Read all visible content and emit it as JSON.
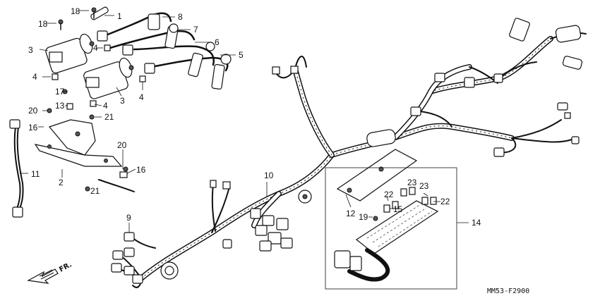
{
  "diagram": {
    "figure_code": "MM53-F2900",
    "direction_label": "FR.",
    "callouts": [
      "1",
      "2",
      "3",
      "3",
      "4",
      "4",
      "4",
      "4",
      "5",
      "6",
      "7",
      "8",
      "9",
      "10",
      "11",
      "12",
      "13",
      "14",
      "15",
      "16",
      "16",
      "17",
      "18",
      "18",
      "19",
      "20",
      "20",
      "21",
      "21",
      "22",
      "22",
      "23",
      "23"
    ]
  }
}
